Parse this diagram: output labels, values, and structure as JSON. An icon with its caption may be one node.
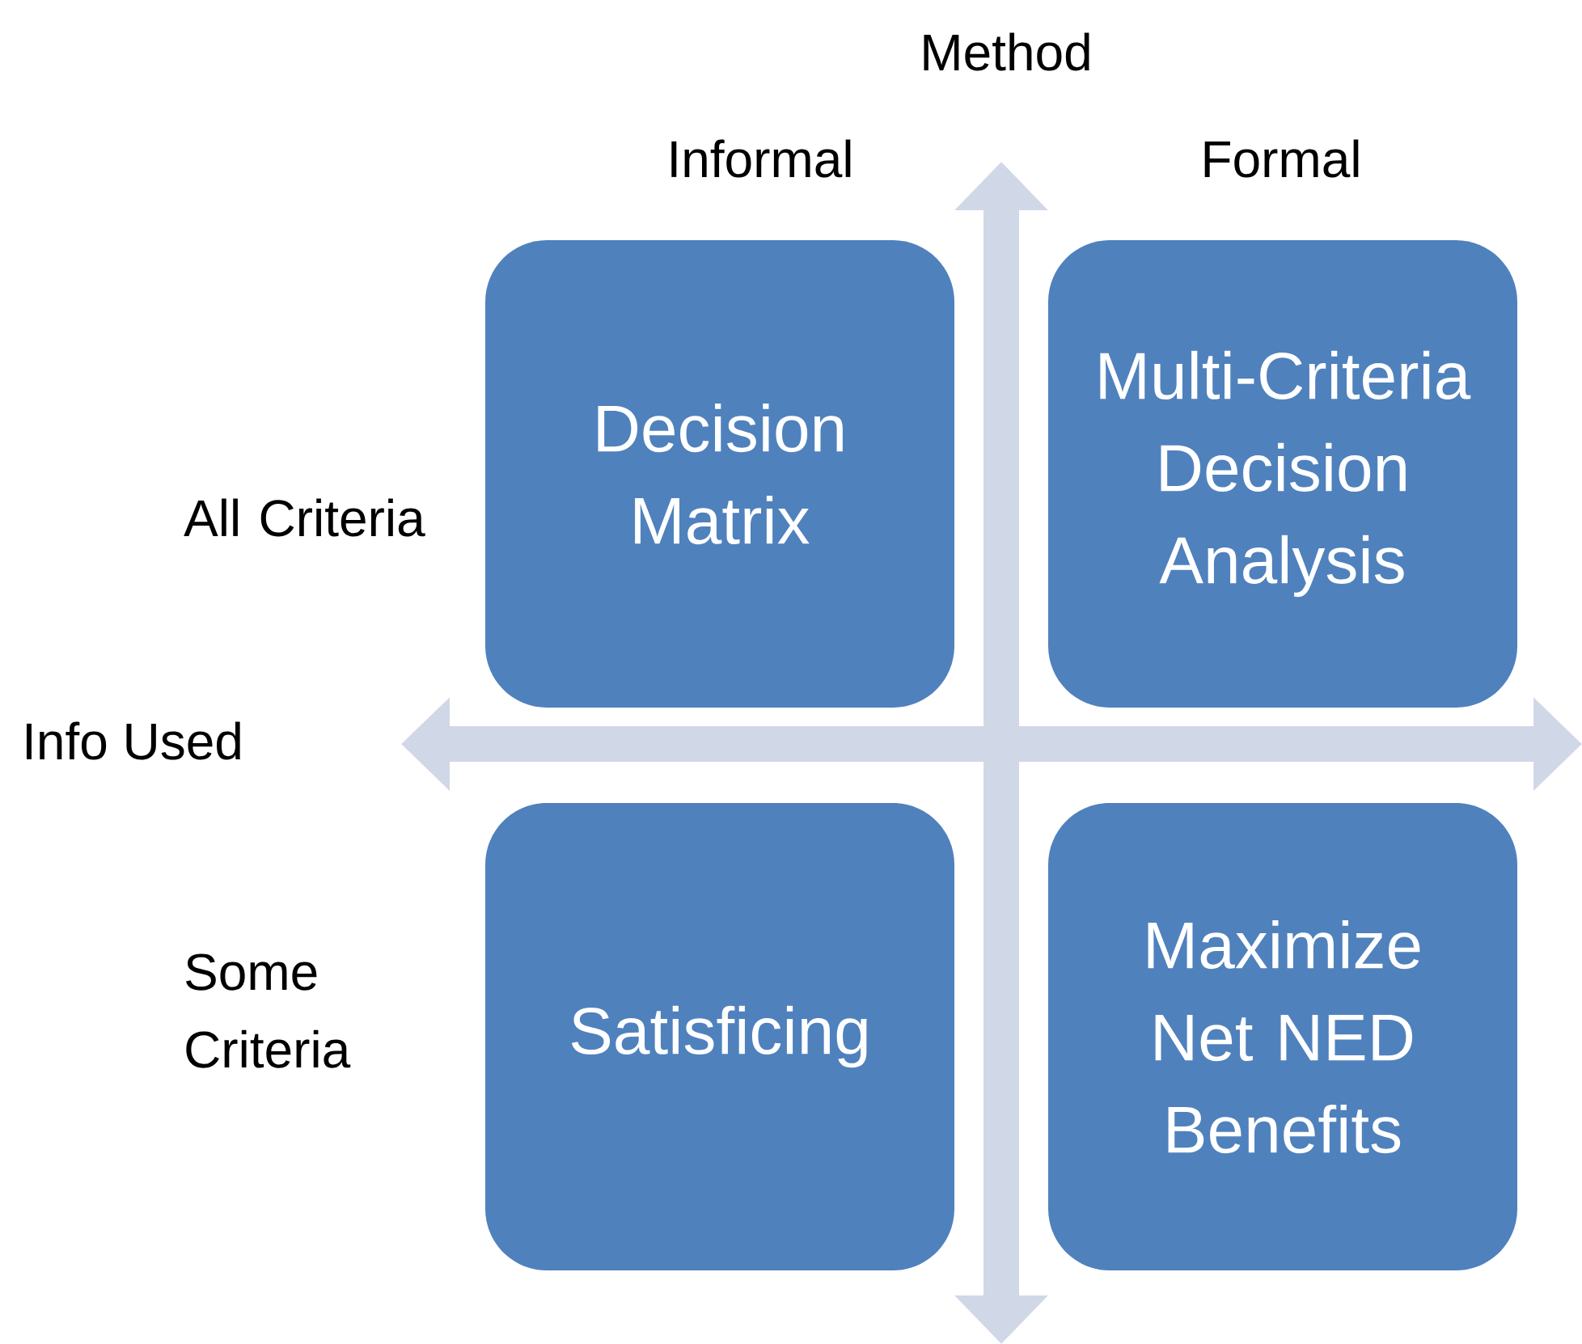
{
  "diagram": {
    "nodes": [
      {
        "text": [
          "Decision Matrix"
        ]
      },
      {
        "text": [
          "Multi-Criteria Decision Analysis"
        ]
      },
      {
        "text": [
          "Satisficing"
        ]
      },
      {
        "text": [
          "Maximize Net NED Benefits"
        ]
      }
    ],
    "labels": [
      "Method",
      "Informal",
      "Formal",
      "All Criteria",
      "Info Used",
      "Some Criteria"
    ]
  }
}
